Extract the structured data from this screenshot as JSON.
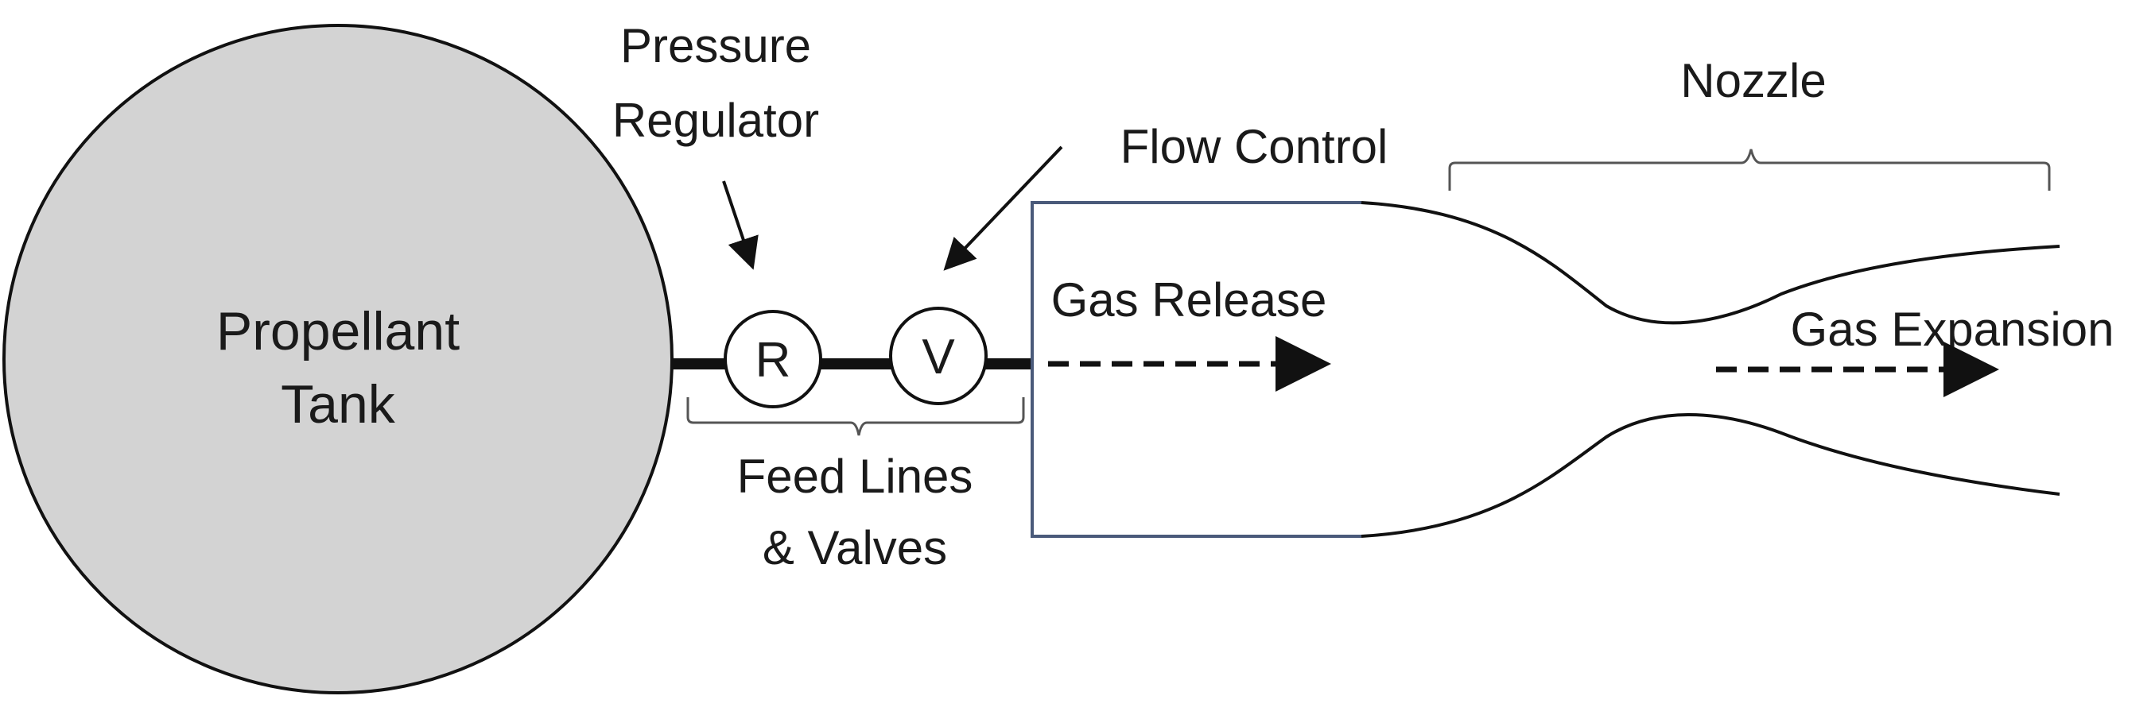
{
  "tank": {
    "label_line1": "Propellant",
    "label_line2": "Tank",
    "fill_color": "#d3d3d3"
  },
  "regulator": {
    "label_line1": "Pressure",
    "label_line2": "Regulator",
    "symbol": "R"
  },
  "valve": {
    "label": "Flow Control",
    "symbol": "V"
  },
  "feed_lines": {
    "label_line1": "Feed Lines",
    "label_line2": "& Valves"
  },
  "nozzle": {
    "label": "Nozzle"
  },
  "flow": {
    "release_label": "Gas Release",
    "expansion_label": "Gas Expansion"
  },
  "colors": {
    "stroke": "#111111",
    "chamber_outline": "#4a5a7a"
  }
}
